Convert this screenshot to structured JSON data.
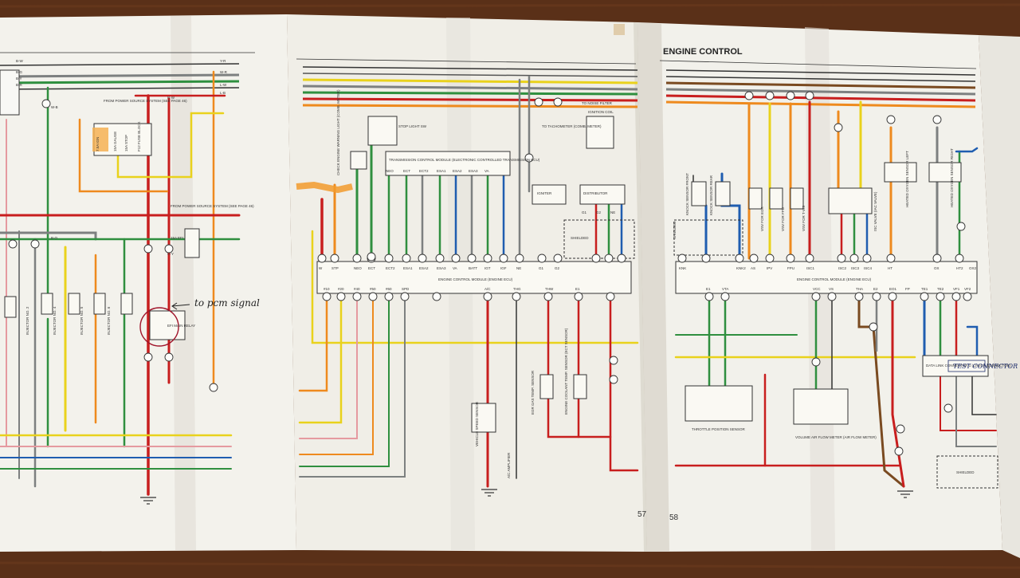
{
  "section_title": "ENGINE CONTROL",
  "page_numbers": {
    "left": "57",
    "right": "58"
  },
  "handwritten_note": "to pcm signal",
  "colors": {
    "wood": "#5a3018",
    "paper": "#f1f0ea",
    "red": "#c81e1e",
    "orange": "#ee8a1e",
    "yellow": "#e9d21c",
    "green": "#2f8f3f",
    "blue": "#1f5db0",
    "gray": "#7d8080",
    "brown": "#7a4a20",
    "pink": "#e59aa0",
    "marker_orange": "#f29a2b"
  },
  "left_page": {
    "fuse_block_label": "FROM POWER SOURCE SYSTEM (SEE PAGE 46)",
    "fuse_labels": [
      "7.5A IGN",
      "15A GAUGE",
      "15A STOP",
      "F12 FUSE BLOCK"
    ],
    "efi_source_label": "FROM POWER SOURCE SYSTEM (SEE PAGE 46)",
    "efi_fuse": "15A EFI",
    "efi_relay": "EFI MAIN RELAY",
    "injectors": [
      "INJECTOR NO. 2",
      "INJECTOR NO. 4",
      "INJECTOR NO. 5",
      "INJECTOR NO. 6"
    ],
    "wire_codes": [
      "B-W",
      "B-G",
      "B-Y",
      "B-R",
      "W-B",
      "B-O",
      "R-W",
      "G-Y",
      "Y-R",
      "W-R",
      "L-W",
      "L-B"
    ]
  },
  "middle_page": {
    "stop_light_sw": "STOP LIGHT SW",
    "check_engine_lamp": "CHECK ENGINE WARNING LIGHT (COMB. METER)",
    "tcm_label": "TRANSMISSION CONTROL MODULE (ELECTRONIC CONTROLLED TRANSMISSION ECU)",
    "tcm_pins": [
      "NEO",
      "ECT",
      "ECT2",
      "ESA1",
      "ESA2",
      "ESA3",
      "VA"
    ],
    "noise_filter": "TO NOISE FILTER",
    "tachometer": "TO TACHOMETER (COMB. METER)",
    "ignition_coil": "IGNITION COIL",
    "igniter": "IGNITER",
    "distributor": "DISTRIBUTOR",
    "distributor_pins": [
      "G1",
      "G2",
      "NE"
    ],
    "ecm_label": "ENGINE CONTROL MODULE (ENGINE ECU)",
    "ecm_top_pins": [
      "W",
      "STP",
      "NEO",
      "ECT",
      "ECT2",
      "ESA1",
      "ESA2",
      "ESA3",
      "VA",
      "BATT",
      "IGT",
      "IGF",
      "NE",
      "G1",
      "G2"
    ],
    "ecm_bottom_pins": [
      "#10",
      "#20",
      "#40",
      "#50",
      "#60",
      "SPD",
      "A/C",
      "THG",
      "THW",
      "E1"
    ],
    "sensors": [
      "VEHICLE SPEED SENSOR",
      "EGR GAS TEMP. SENSOR",
      "ENGINE COOLANT TEMP. SENSOR (ECT SENSOR)",
      "A/C AMPLIFIER"
    ],
    "shielded": "SHIELDED"
  },
  "right_page": {
    "knock_sensors": [
      "KNOCK SENSOR FRONT",
      "KNOCK SENSOR REAR"
    ],
    "vsv_labels": [
      "VSV FOR EGR",
      "VSV FOR FPU",
      "VSV FOR T-VIS",
      "ISC VALVE (IAC VALVE)"
    ],
    "oxygen_sensors": [
      "HEATED OXYGEN SENSOR LEFT",
      "HEATED OXYGEN SENSOR RIGHT"
    ],
    "ecm_label": "ENGINE CONTROL MODULE (ENGINE ECU)",
    "ecm_top_pins": [
      "KNK",
      "KNK2",
      "AS",
      "IPV",
      "FPU",
      "ISC1",
      "ISC2",
      "ISC3",
      "ISC4",
      "HT",
      "OX",
      "HT2",
      "OX2"
    ],
    "ecm_bottom_pins": [
      "E1",
      "VTA",
      "VCC",
      "VS",
      "THA",
      "E2",
      "EO1",
      "TE1",
      "TE2",
      "VF1",
      "VF2",
      "FP"
    ],
    "throttle_sensor": "THROTTLE POSITION SENSOR",
    "airflow_meter": "VOLUME AIR FLOW METER (AIR FLOW METER)",
    "data_link": "DATA LINK CONNECTOR 1 (CHECK CONNECTOR)",
    "handwritten_box": "TEST CONNECTOR",
    "shielded": "SHIELDED"
  }
}
